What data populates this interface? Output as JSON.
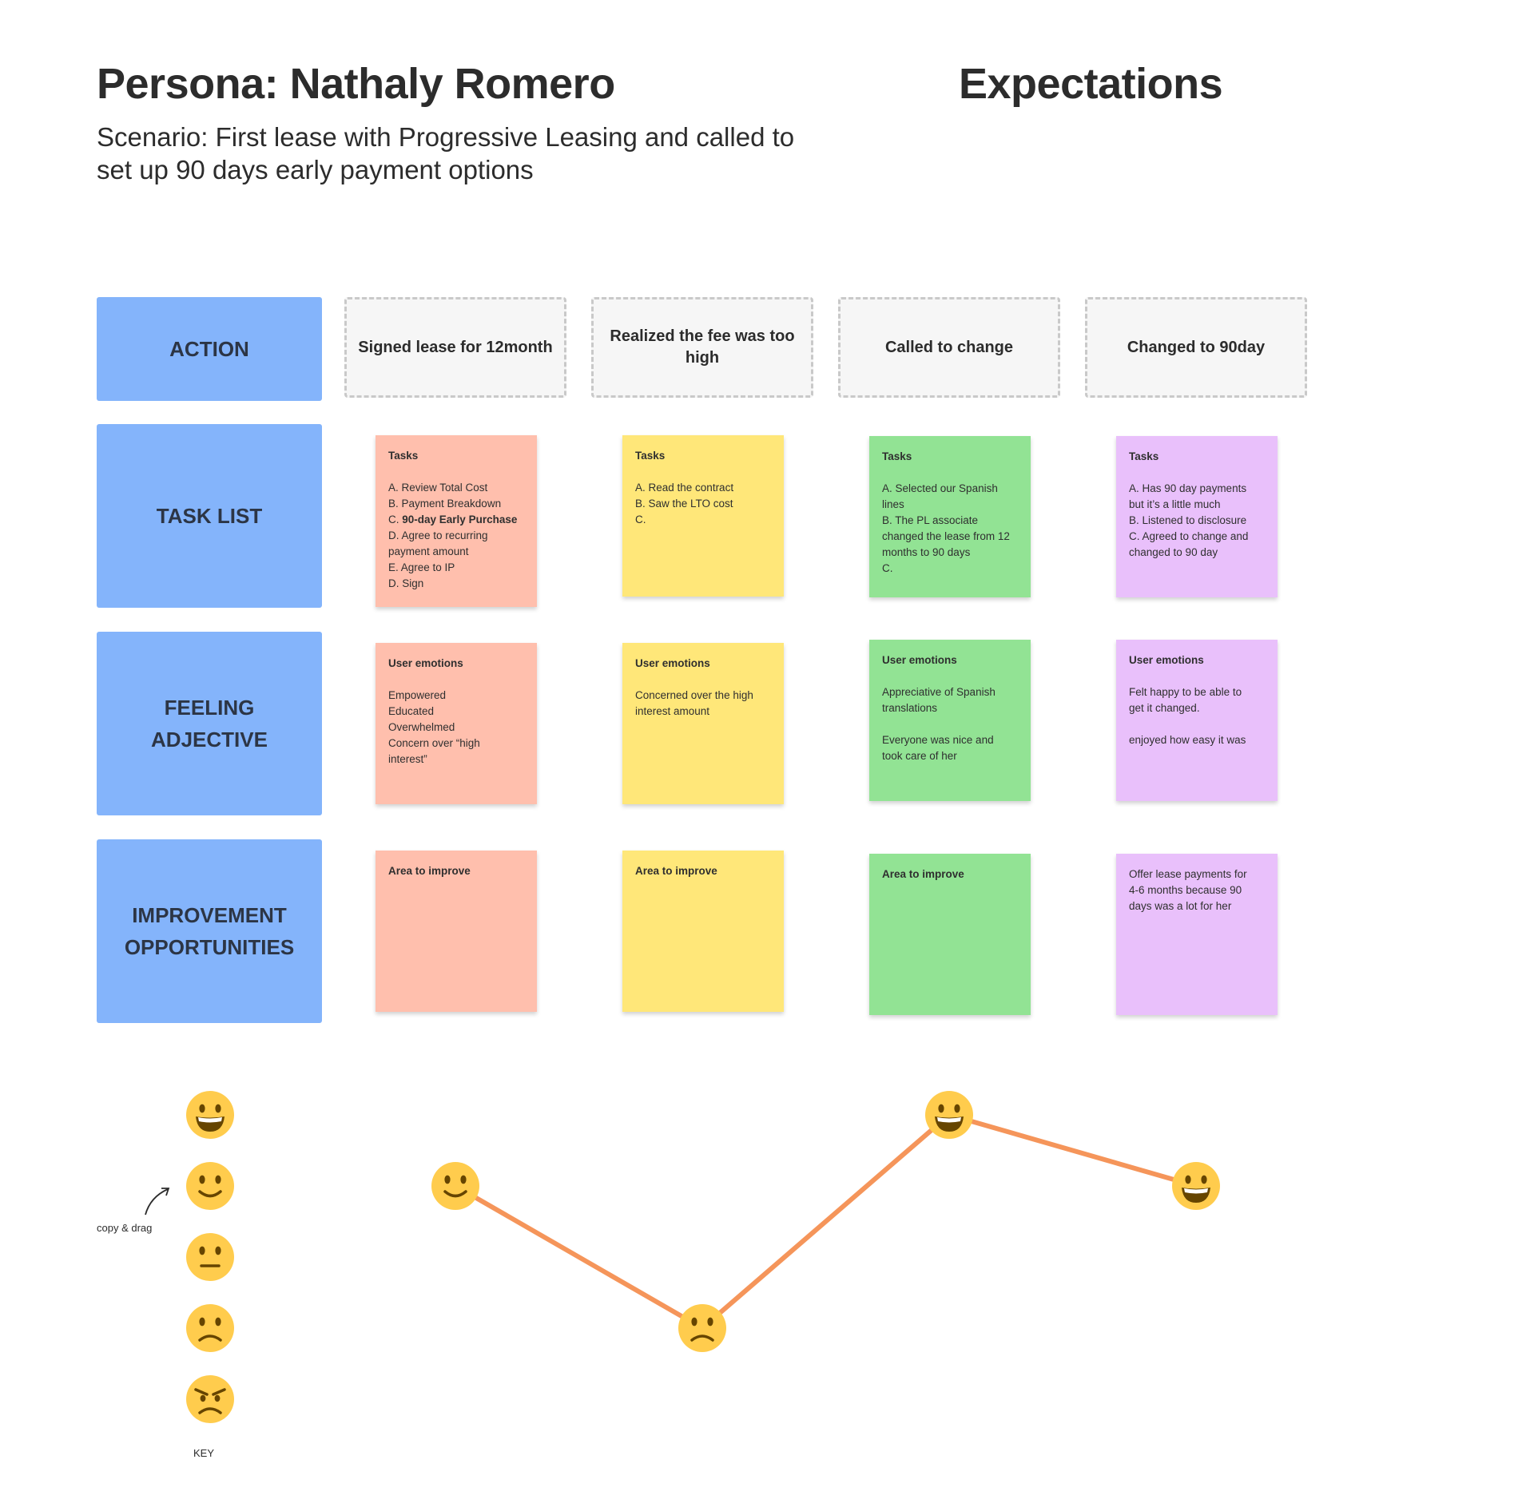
{
  "header": {
    "title": "Persona: Nathaly Romero",
    "subtitle": "Scenario: First lease with Progressive Leasing and called to set up 90 days early payment options",
    "section_title": "Expectations"
  },
  "row_labels": {
    "action": "ACTION",
    "task_list": "TASK LIST",
    "feeling_line1": "FEELING",
    "feeling_line2": "ADJECTIVE",
    "improvement_line1": "IMPROVEMENT",
    "improvement_line2": "OPPORTUNITIES"
  },
  "columns": [
    {
      "action": "Signed lease for 12month",
      "color": "#ffbfad",
      "tasks": {
        "title": "Tasks",
        "lines": [
          "A. Review Total Cost",
          "B. Payment Breakdown",
          "C. ",
          "D. Agree to recurring",
          "payment amount",
          "E. Agree to IP",
          "D. Sign"
        ],
        "bold_part": "90-day Early Purchase"
      },
      "emotions": {
        "title": "User emotions",
        "lines": [
          "Empowered",
          "Educated",
          "Overwhelmed",
          "Concern over “high",
          "interest”"
        ]
      },
      "improve": {
        "title": "Area to improve",
        "lines": []
      }
    },
    {
      "action": "Realized the fee was too high",
      "color": "#ffe779",
      "tasks": {
        "title": "Tasks",
        "lines": [
          "A. Read the contract",
          "B. Saw the LTO cost",
          "C."
        ]
      },
      "emotions": {
        "title": "User emotions",
        "lines": [
          "Concerned over the high",
          "interest amount"
        ]
      },
      "improve": {
        "title": "Area to improve",
        "lines": []
      }
    },
    {
      "action": "Called to change",
      "color": "#92e394",
      "tasks": {
        "title": "Tasks",
        "lines": [
          "A. Selected our Spanish",
          "lines",
          "B. The PL associate",
          "changed the lease from 12",
          "months to 90 days",
          "C."
        ]
      },
      "emotions": {
        "title": "User emotions",
        "lines": [
          "Appreciative of Spanish",
          "translations",
          "",
          "Everyone was nice and",
          "took care of her"
        ]
      },
      "improve": {
        "title": "Area to improve",
        "lines": []
      }
    },
    {
      "action": "Changed to 90day",
      "color": "#e9c0fb",
      "tasks": {
        "title": "Tasks",
        "lines": [
          "A. Has 90 day payments",
          "but it’s a little much",
          "B. Listened to disclosure",
          "C. Agreed to change and",
          "changed to 90 day"
        ]
      },
      "emotions": {
        "title": "User emotions",
        "lines": [
          "Felt happy to be able to",
          "get it changed.",
          "",
          "enjoyed how easy it was"
        ]
      },
      "improve": {
        "title": "",
        "lines": [
          "Offer lease payments for",
          "4-6 months because 90",
          "days was a lot for her"
        ]
      }
    }
  ],
  "key": {
    "label": "KEY",
    "note": "copy & drag",
    "faces": [
      "grinning-face",
      "slightly-smiling-face",
      "neutral-face",
      "slightly-frowning-face",
      "angry-face"
    ]
  },
  "emotion_curve": {
    "line_color": "#f5955a",
    "points": [
      {
        "column": 1,
        "face": "slightly-smiling-face",
        "level": 4
      },
      {
        "column": 2,
        "face": "slightly-frowning-face",
        "level": 2
      },
      {
        "column": 3,
        "face": "grinning-face",
        "level": 5
      },
      {
        "column": 4,
        "face": "grinning-face",
        "level": 4
      }
    ]
  }
}
